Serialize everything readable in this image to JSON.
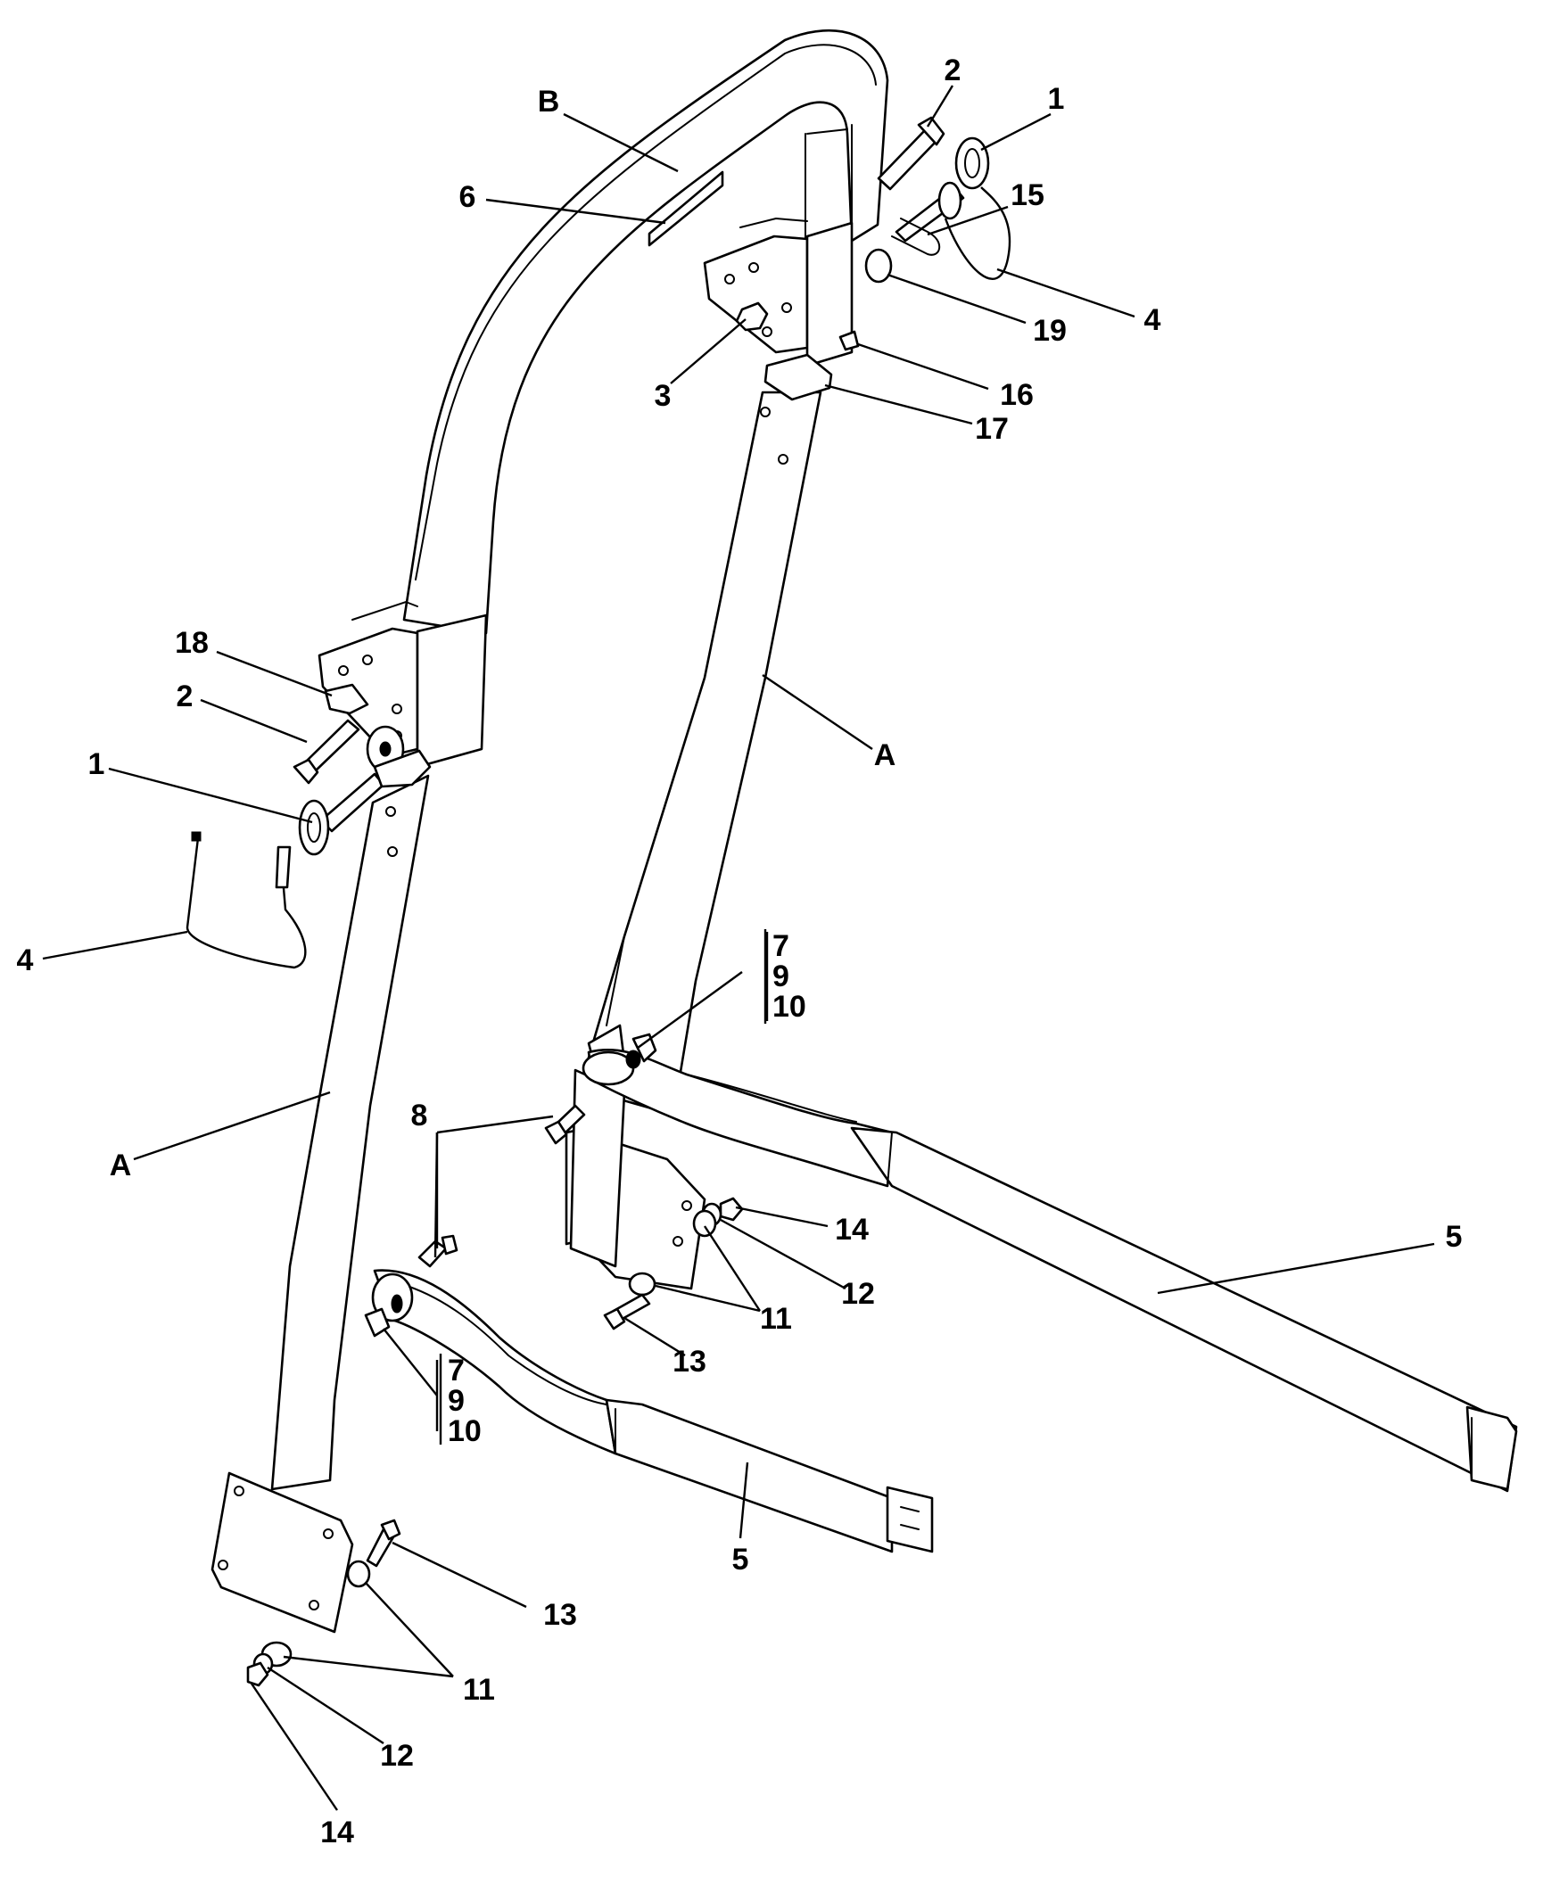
{
  "callouts": {
    "c_2_top": "2",
    "c_1_top": "1",
    "c_B": "B",
    "c_15": "15",
    "c_6": "6",
    "c_19": "19",
    "c_4_top": "4",
    "c_3": "3",
    "c_16": "16",
    "c_17": "17",
    "c_18": "18",
    "c_2_left": "2",
    "c_1_left": "1",
    "c_A_right": "A",
    "c_4_left": "4",
    "c_7_right": "7",
    "c_9_right": "9",
    "c_10_right": "10",
    "c_8": "8",
    "c_A_left": "A",
    "c_14_right": "14",
    "c_5_right": "5",
    "c_12_right": "12",
    "c_11_right": "11",
    "c_13_right": "13",
    "c_7_left": "7",
    "c_9_left": "9",
    "c_10_left": "10",
    "c_5_left": "5",
    "c_13_left": "13",
    "c_11_left": "11",
    "c_12_left": "12",
    "c_14_left": "14"
  }
}
